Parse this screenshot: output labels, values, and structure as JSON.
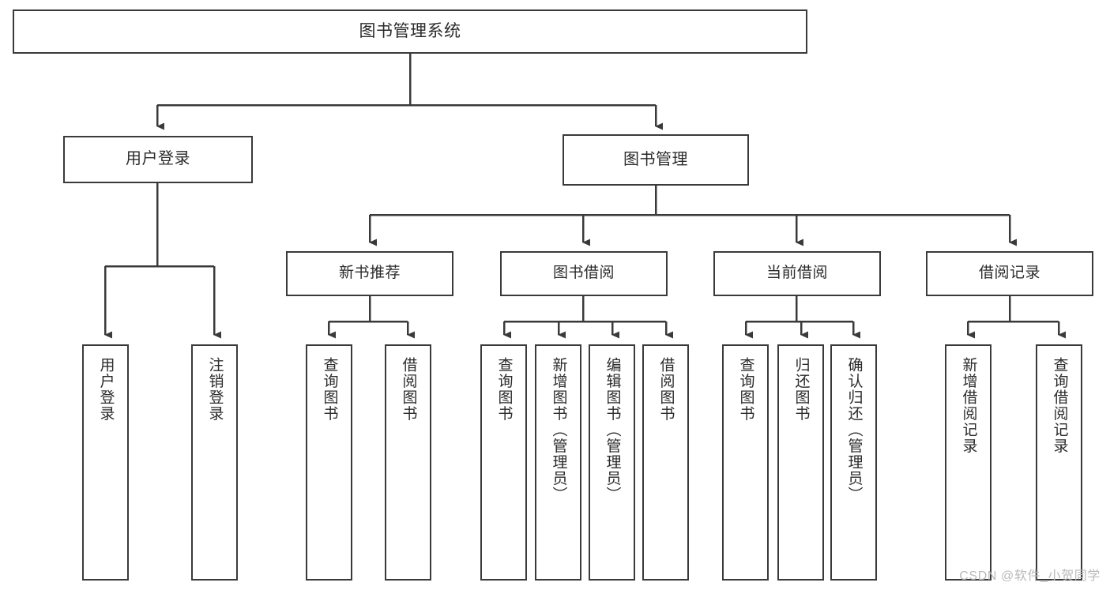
{
  "diagram": {
    "kind": "functional-structure-tree",
    "root": {
      "id": "root",
      "label": "图书管理系统"
    },
    "level1": [
      {
        "id": "user-login",
        "label": "用户登录"
      },
      {
        "id": "book-management",
        "label": "图书管理"
      }
    ],
    "level2": [
      {
        "id": "new-book-recommend",
        "label": "新书推荐",
        "parent": "book-management"
      },
      {
        "id": "book-borrow",
        "label": "图书借阅",
        "parent": "book-management"
      },
      {
        "id": "current-borrow",
        "label": "当前借阅",
        "parent": "book-management"
      },
      {
        "id": "borrow-record",
        "label": "借阅记录",
        "parent": "book-management"
      }
    ],
    "leaves": [
      {
        "id": "leaf-user-login",
        "label": "用户登录",
        "parent": "user-login"
      },
      {
        "id": "leaf-user-logout",
        "label": "注销登录",
        "parent": "user-login"
      },
      {
        "id": "leaf-query-book-1",
        "label": "查询图书",
        "parent": "new-book-recommend"
      },
      {
        "id": "leaf-borrow-book-1",
        "label": "借阅图书",
        "parent": "new-book-recommend"
      },
      {
        "id": "leaf-query-book-2",
        "label": "查询图书",
        "parent": "book-borrow"
      },
      {
        "id": "leaf-add-book",
        "label": "新增图书（管理员）",
        "parent": "book-borrow"
      },
      {
        "id": "leaf-edit-book",
        "label": "编辑图书（管理员）",
        "parent": "book-borrow"
      },
      {
        "id": "leaf-borrow-book-2",
        "label": "借阅图书",
        "parent": "book-borrow"
      },
      {
        "id": "leaf-query-book-3",
        "label": "查询图书",
        "parent": "current-borrow"
      },
      {
        "id": "leaf-return-book",
        "label": "归还图书",
        "parent": "current-borrow"
      },
      {
        "id": "leaf-confirm-return",
        "label": "确认归还（管理员）",
        "parent": "current-borrow"
      },
      {
        "id": "leaf-add-record",
        "label": "新增借阅记录",
        "parent": "borrow-record"
      },
      {
        "id": "leaf-query-record",
        "label": "查询借阅记录",
        "parent": "borrow-record"
      }
    ],
    "colors": {
      "stroke": "#3a3a3a",
      "background": "#ffffff",
      "text": "#2b2b2b",
      "watermark": "#b9b9b9"
    }
  },
  "watermark": {
    "text": "CSDN @软件_小贺同学"
  }
}
